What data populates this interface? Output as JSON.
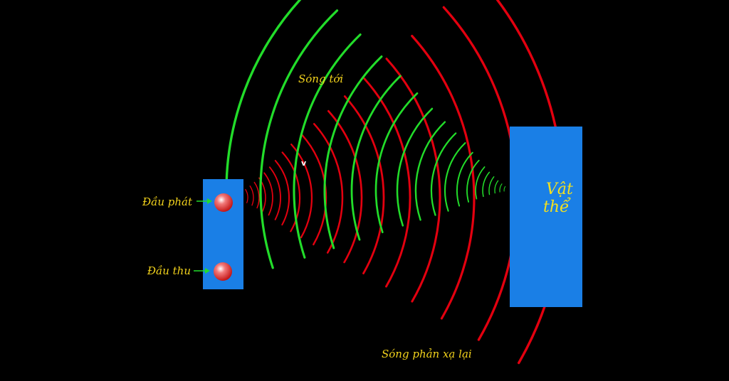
{
  "labels": {
    "emitter": "Đầu phát",
    "receiver": "Đầu thu",
    "incident_wave": "Sóng tới",
    "reflected_wave": "Sóng phản xạ lại",
    "object_line1": "Vật",
    "object_line2": "thể",
    "velocity_mark": "v"
  },
  "colors": {
    "background": "#000000",
    "sensor_box": "#1a7fe6",
    "object_box": "#1a7fe6",
    "incident_wave": "#e3000f",
    "reflected_wave": "#22dd2a",
    "arrow": "#22dd2a",
    "label_text": "#f2d21c",
    "transducer": "#e03030"
  }
}
